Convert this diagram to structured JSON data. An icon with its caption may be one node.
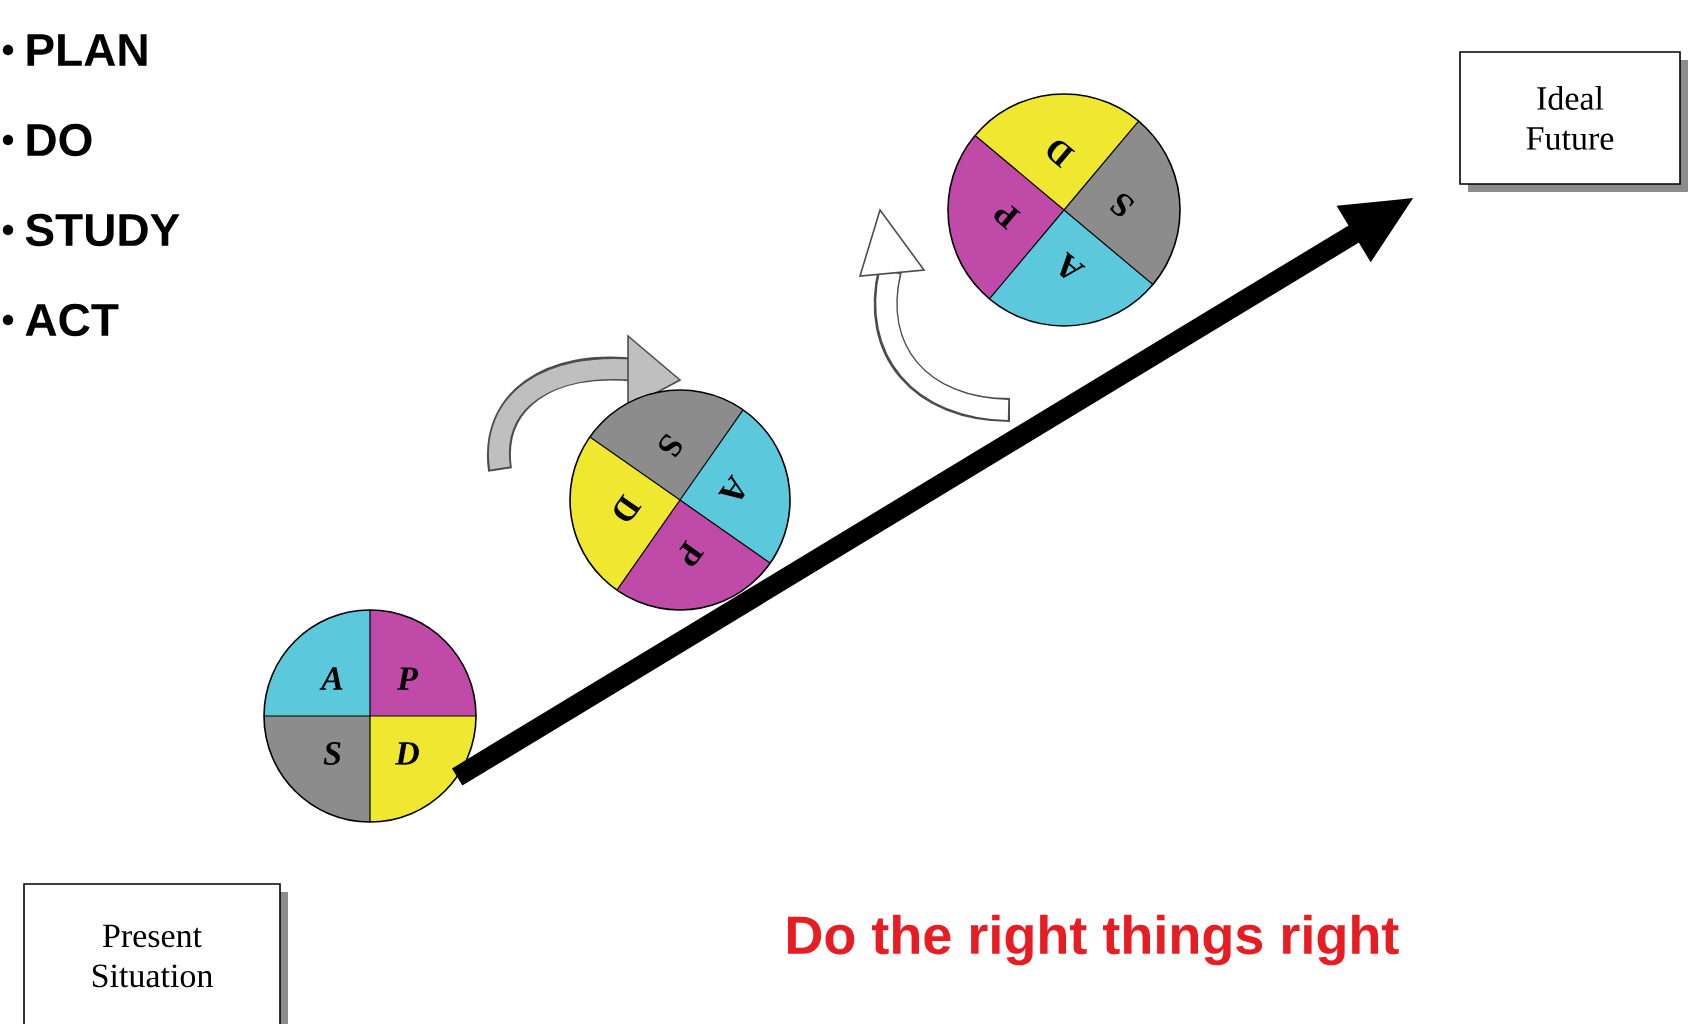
{
  "diagram": {
    "nodes": [
      {
        "text": [
          "Ideal Future"
        ]
      },
      {
        "text": [
          "D",
          "S",
          "A",
          "P"
        ]
      },
      {
        "text": [
          "S",
          "A",
          "P",
          "D"
        ]
      },
      {
        "text": [
          "A",
          "P",
          "S",
          "D"
        ]
      },
      {
        "text": [
          "Present Situation"
        ]
      }
    ],
    "edges": [
      {
        "from": 3,
        "to": 0,
        "arrow": "to"
      }
    ],
    "labels": [
      "PLAN",
      "DO",
      "STUDY",
      "ACT",
      "Do the right things right"
    ]
  }
}
